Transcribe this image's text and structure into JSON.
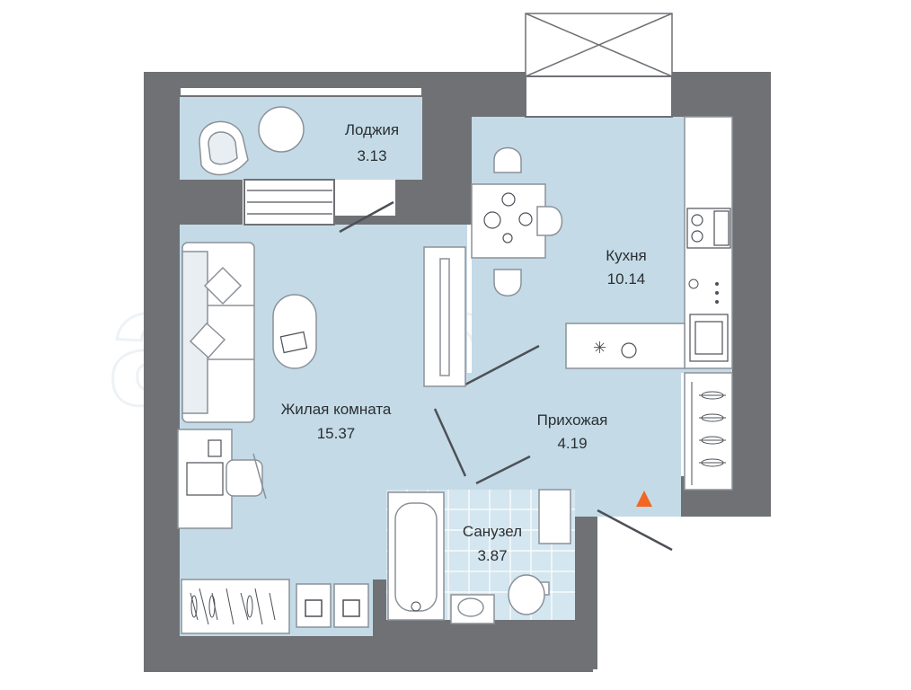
{
  "rooms": {
    "loggia": {
      "name": "Лоджия",
      "area": "3.13"
    },
    "kitchen": {
      "name": "Кухня",
      "area": "10.14"
    },
    "living": {
      "name": "Жилая комната",
      "area": "15.37"
    },
    "hallway": {
      "name": "Прихожая",
      "area": "4.19"
    },
    "bathroom": {
      "name": "Санузел",
      "area": "3.87"
    }
  },
  "watermark": "avito",
  "colors": {
    "wall": "#6f7175",
    "floor": "#c4dbe7",
    "tile": "#d4e6ef",
    "furniture_line": "#8b9198",
    "entrance_marker": "#f26522"
  },
  "icons": [
    "armchair-icon",
    "round-table-icon",
    "sofa-icon",
    "pillow-icon",
    "coffee-table-icon",
    "tv-icon",
    "desk-icon",
    "laptop-icon",
    "office-chair-icon",
    "dining-table-icon",
    "chair-icon",
    "stove-icon",
    "sink-icon",
    "washing-machine-icon",
    "fridge-icon",
    "bathtub-icon",
    "toilet-icon",
    "wardrobe-icon",
    "hanger-icon",
    "entrance-triangle-icon"
  ]
}
